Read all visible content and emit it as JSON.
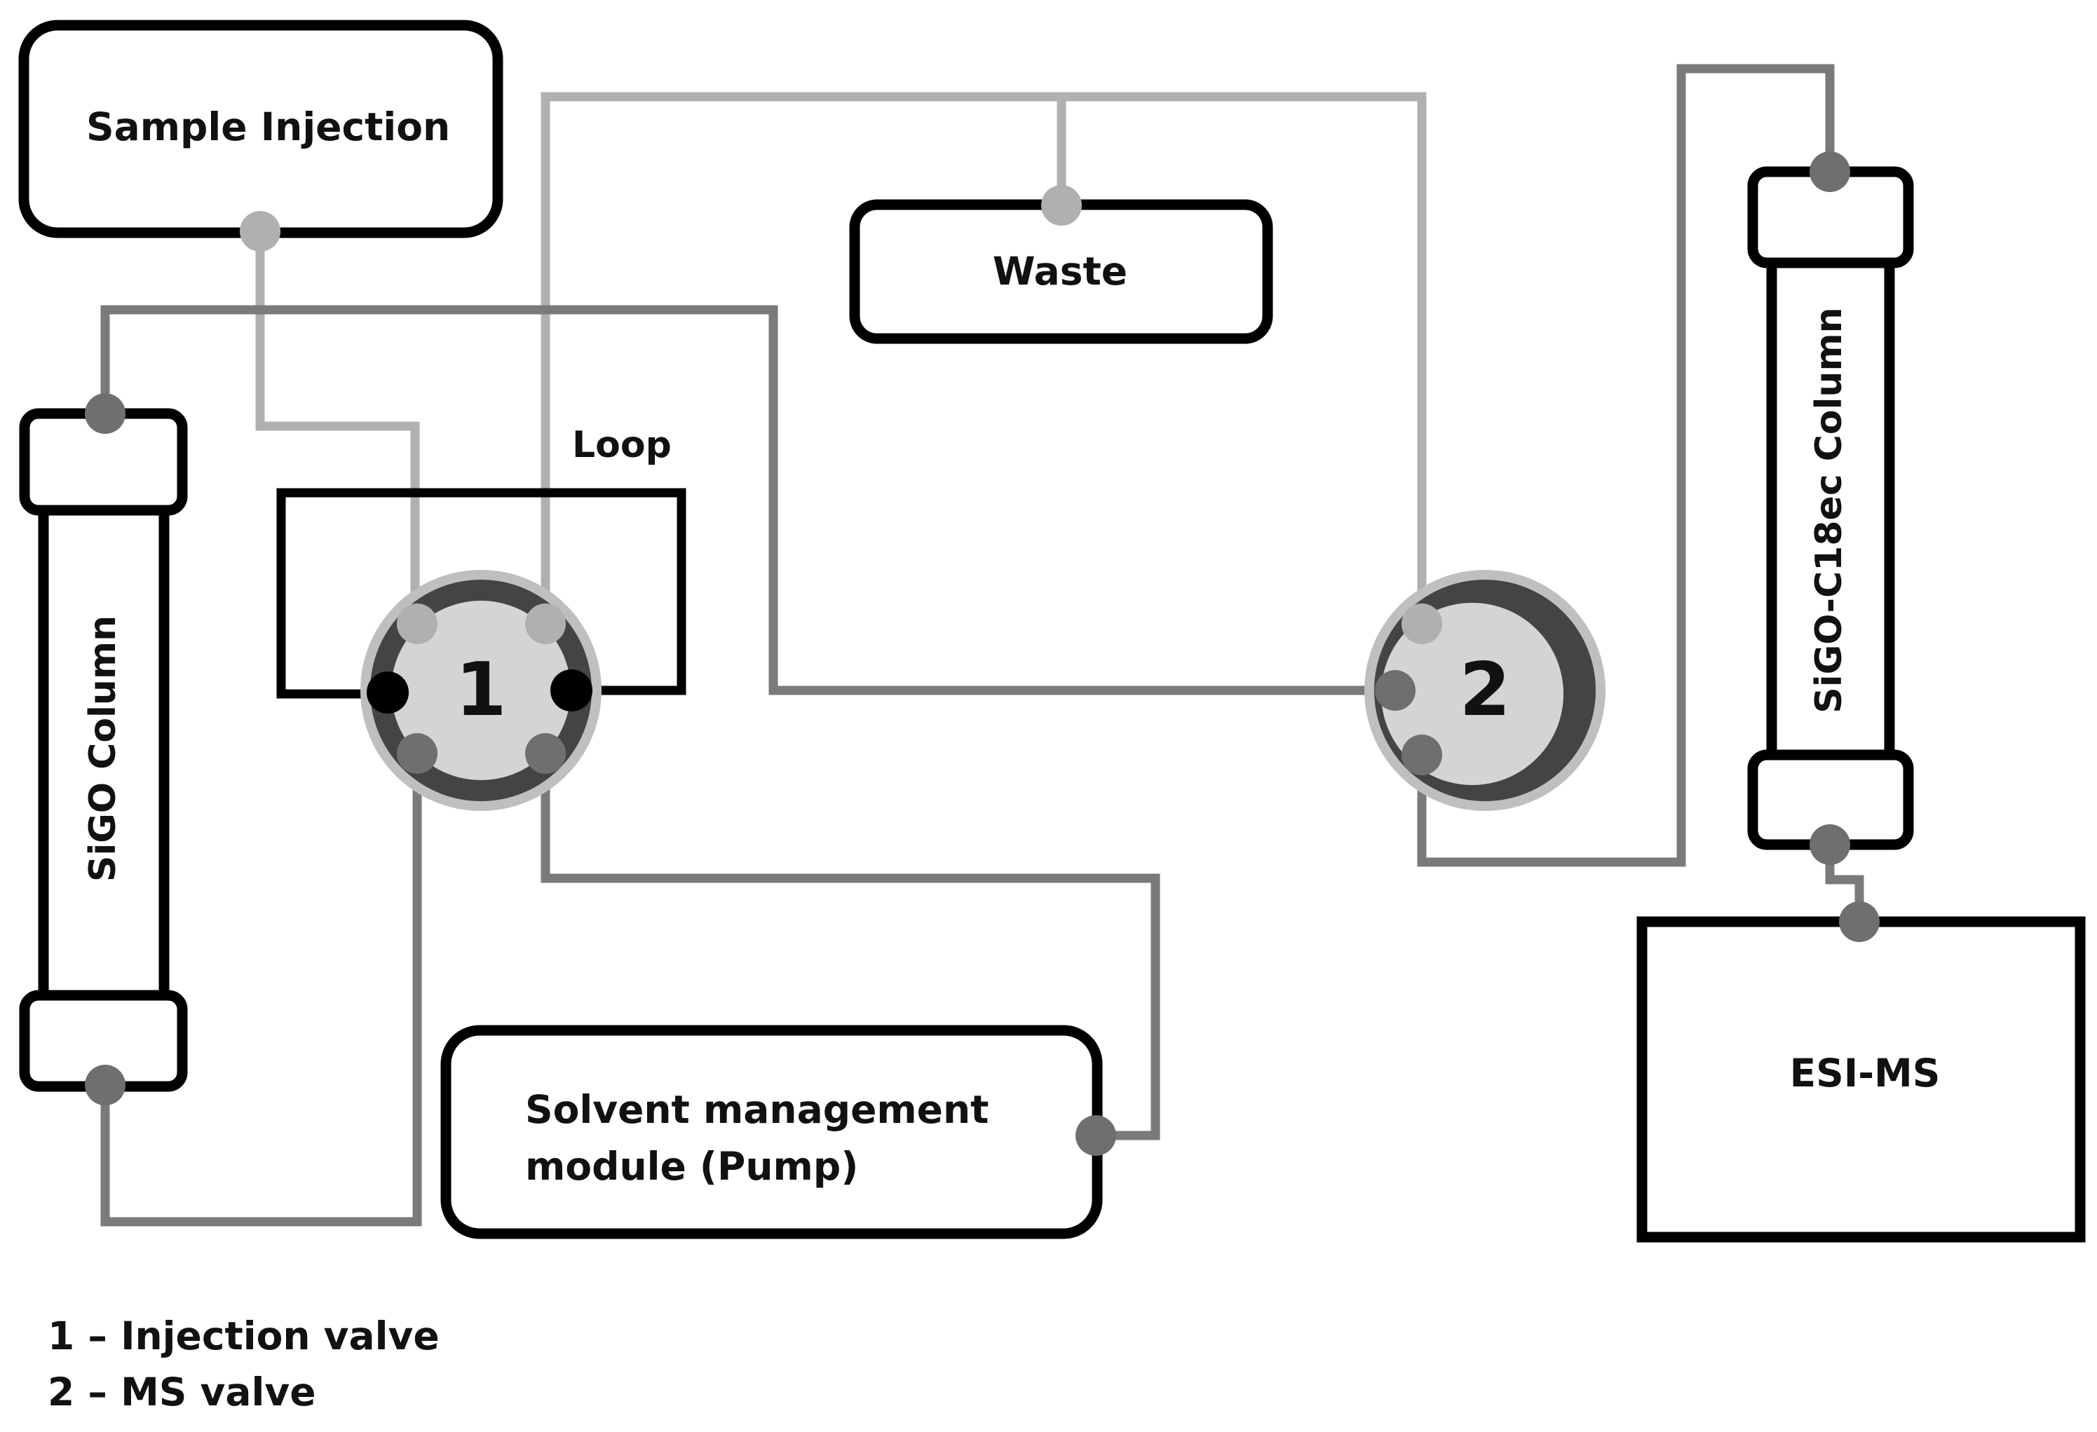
{
  "nodes": {
    "sample_injection": "Sample Injection",
    "waste": "Waste",
    "loop": "Loop",
    "sigo_column": "SiGO Column",
    "sigo_c18ec_column": "SiGO-C18ec Column",
    "pump": [
      "Solvent management",
      "module (Pump)"
    ],
    "esi_ms": "ESI-MS",
    "valve1": "1",
    "valve2": "2"
  },
  "legend": [
    "1 – Injection valve",
    "2 – MS valve"
  ]
}
